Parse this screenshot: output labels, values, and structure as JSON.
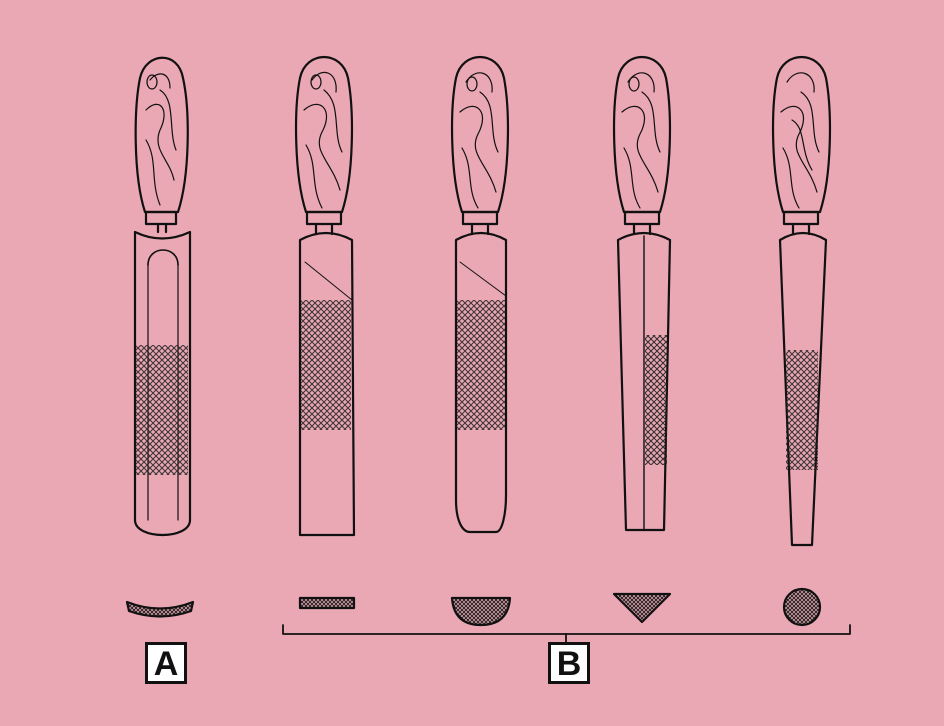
{
  "labels": {
    "a": "A",
    "b": "B"
  },
  "files": [
    {
      "id": "a",
      "group": "A",
      "cross_section": "curved"
    },
    {
      "id": "b1",
      "group": "B",
      "cross_section": "flat"
    },
    {
      "id": "b2",
      "group": "B",
      "cross_section": "half-round"
    },
    {
      "id": "b3",
      "group": "B",
      "cross_section": "triangular"
    },
    {
      "id": "b4",
      "group": "B",
      "cross_section": "round"
    }
  ],
  "colors": {
    "background": "#eaa7b4",
    "ink": "#111111",
    "label_bg": "#ffffff"
  }
}
